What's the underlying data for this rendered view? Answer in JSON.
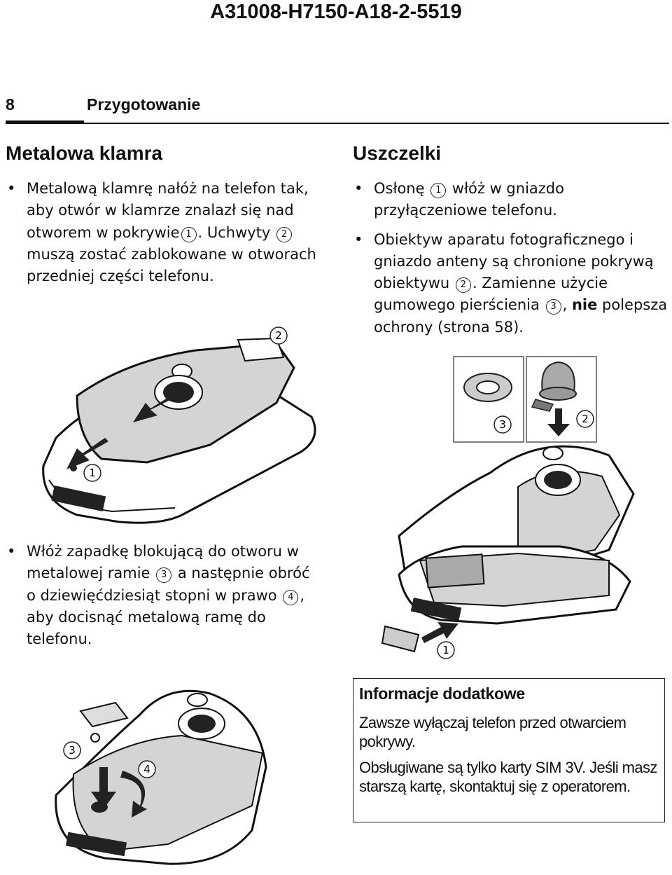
{
  "document_code": "A31008-H7150-A18-2-5519",
  "header": {
    "page_number": "8",
    "section_title": "Przygotowanie"
  },
  "left_section": {
    "title": "Metalowa klamra",
    "bullet1": {
      "t1": "Metalową klamrę nałóż na telefon tak, aby otwór w klamrze znalazł się nad otworem w pokrywie",
      "m1": "1",
      "t2": ". Uchwyty",
      "m2": "2",
      "t3": "muszą zostać zablokowane w otworach przedniej części telefonu."
    },
    "bullet2": {
      "t1": "Włóż zapadkę blokującą do otworu w metalowej ramie",
      "m1": "3",
      "t2": "a następnie obróć o dziewięćdziesiąt stopni w prawo",
      "m2": "4",
      "t3": ", aby docisnąć metalową ramę do telefonu."
    }
  },
  "right_section": {
    "title": "Uszczelki",
    "bullet1": {
      "t1": "Osłonę",
      "m1": "1",
      "t2": "włóż w gniazdo przyłączeniowe telefonu."
    },
    "bullet2": {
      "t1": "Obiektyw aparatu fotograficznego i gniazdo anteny są chronione pokrywą obiektywu",
      "m1": "2",
      "t2": ". Zamienne użycie gumowego pierścienia",
      "m2": "3",
      "t3": ",",
      "bold": "nie",
      "t4": "polepsza ochrony (strona 58)."
    }
  },
  "figures": {
    "fig1": {
      "label_a": "2",
      "label_b": "1"
    },
    "fig2": {
      "label_a": "3",
      "label_b": "2"
    },
    "fig3": {
      "label_a": "1"
    },
    "fig4": {
      "label_a": "3",
      "label_b": "4"
    }
  },
  "info_box": {
    "title": "Informacje dodatkowe",
    "p1": "Zawsze wyłączaj telefon przed otwarciem pokrywy.",
    "p2": "Obsługiwane są tylko karty SIM 3V. Jeśli masz starszą kartę, skontaktuj się z operatorem."
  }
}
